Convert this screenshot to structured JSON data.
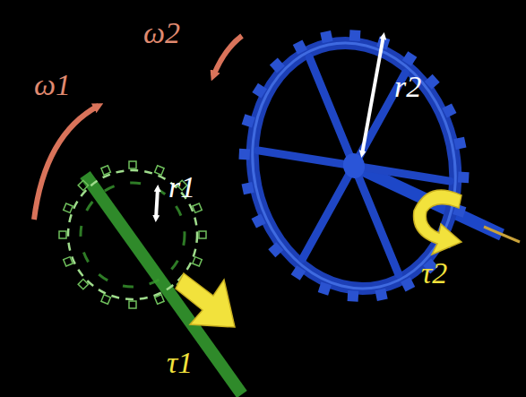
{
  "diagram": {
    "labels": [
      "ω1",
      "ω2",
      "r1",
      "r2",
      "τ1",
      "τ2"
    ]
  }
}
